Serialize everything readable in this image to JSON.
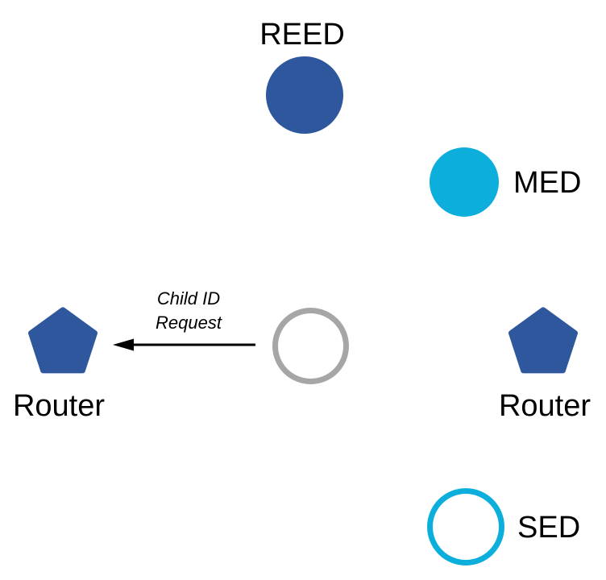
{
  "palette": {
    "router_blue": "#2E579E",
    "device_cyan": "#0CAEDC",
    "joiner_gray": "#A6A6A6",
    "arrow_black": "#000000",
    "background": "#FFFFFF"
  },
  "nodes": {
    "reed": {
      "label": "REED",
      "shape": "filled-circle",
      "color": "#2E579E"
    },
    "med": {
      "label": "MED",
      "shape": "filled-circle",
      "color": "#0CAEDC"
    },
    "router_left": {
      "label": "Router",
      "shape": "pentagon",
      "color": "#2E579E"
    },
    "joining_device": {
      "label": "",
      "shape": "outlined-circle",
      "color": "#A6A6A6"
    },
    "router_right": {
      "label": "Router",
      "shape": "pentagon",
      "color": "#2E579E"
    },
    "sed": {
      "label": "SED",
      "shape": "outlined-circle",
      "color": "#0CAEDC"
    }
  },
  "message_arrow": {
    "label_line1": "Child ID",
    "label_line2": "Request",
    "from": "joining_device",
    "to": "router_left",
    "direction": "left"
  }
}
